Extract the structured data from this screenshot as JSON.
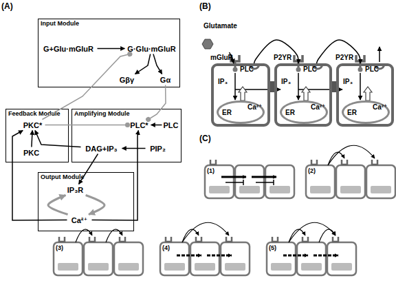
{
  "diagram": {
    "nodes": [
      {
        "text": [
          "Input Module"
        ]
      },
      {
        "text": [
          "G+Glu·mGluR"
        ],
        "in": 0
      },
      {
        "text": [
          "G·Glu·mGluR"
        ],
        "in": 0
      },
      {
        "text": [
          "Gβγ"
        ],
        "in": 0
      },
      {
        "text": [
          "Gα"
        ],
        "in": 0
      },
      {
        "text": [
          "Feedback Module"
        ]
      },
      {
        "text": [
          "PKC*"
        ],
        "in": 5
      },
      {
        "text": [
          "PKC"
        ],
        "in": 5
      },
      {
        "text": [
          "Amplifying Module"
        ]
      },
      {
        "text": [
          "PLC*"
        ],
        "in": 8
      },
      {
        "text": [
          "PLC"
        ],
        "in": 8
      },
      {
        "text": [
          "DAG+IP₃"
        ],
        "in": 8
      },
      {
        "text": [
          "PIP₂"
        ],
        "in": 8
      },
      {
        "text": [
          "Output Module"
        ]
      },
      {
        "text": [
          "IP₃R"
        ],
        "in": 13
      },
      {
        "text": [
          "Ca²⁺"
        ],
        "in": 13
      },
      {
        "text": [
          "Glutamate"
        ]
      },
      {
        "text": [
          "mGluR",
          "PLC",
          "IP₃"
        ]
      },
      {
        "text": [
          "ER",
          "Ca²⁺"
        ],
        "in": 17
      },
      {
        "text": [
          "P2YR",
          "PLC",
          "IP₃"
        ]
      },
      {
        "text": [
          "ER",
          "Ca²⁺"
        ],
        "in": 19
      },
      {
        "text": [
          "P2YR",
          "PLC",
          "IP₃"
        ]
      },
      {
        "text": [
          "ER",
          "Ca²⁺"
        ],
        "in": 21
      }
    ],
    "edges": [
      {
        "from": 1,
        "to": 2,
        "arrow": "to"
      },
      {
        "from": 2,
        "to": 3,
        "arrow": "to"
      },
      {
        "from": 2,
        "to": 4,
        "arrow": "to"
      },
      {
        "from": 4,
        "to": 9,
        "arrow": "to"
      },
      {
        "from": 10,
        "to": 9,
        "arrow": "to"
      },
      {
        "from": 6,
        "to": 2,
        "arrow": "to"
      },
      {
        "from": 6,
        "to": 9,
        "arrow": "to"
      },
      {
        "from": 7,
        "to": 6,
        "arrow": "to"
      },
      {
        "from": 12,
        "to": 11,
        "arrow": "to"
      },
      {
        "from": 11,
        "to": 6,
        "arrow": "to"
      },
      {
        "from": 11,
        "to": 14,
        "arrow": "to"
      },
      {
        "from": 15,
        "to": 9,
        "arrow": "to"
      },
      {
        "from": 15,
        "to": 6,
        "arrow": "to"
      },
      {
        "from": 14,
        "to": 15,
        "arrow": "to"
      },
      {
        "from": 15,
        "to": 14,
        "arrow": "to"
      },
      {
        "from": 16,
        "to": 17,
        "arrow": "to"
      },
      {
        "from": 17,
        "to": 19,
        "arrow": "to"
      },
      {
        "from": 19,
        "to": 21,
        "arrow": "to"
      }
    ],
    "labels": [
      "(A)",
      "(B)",
      "(C)",
      "(1)",
      "(2)",
      "(3)",
      "(4)",
      "(5)"
    ]
  }
}
